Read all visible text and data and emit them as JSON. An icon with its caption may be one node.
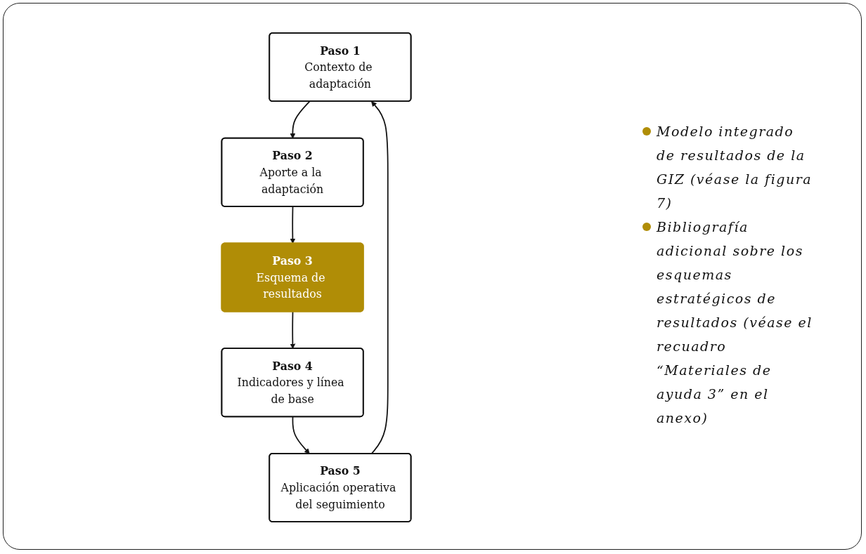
{
  "diagram": {
    "nodes": [
      {
        "text": [
          "Paso 1",
          "Contexto de adaptación"
        ]
      },
      {
        "text": [
          "Paso 2",
          "Aporte a la adaptación"
        ]
      },
      {
        "text": [
          "Paso 3",
          "Esquema de resultados"
        ]
      },
      {
        "text": [
          "Paso 4",
          "Indicadores y línea de base"
        ]
      },
      {
        "text": [
          "Paso 5",
          "Aplicación operativa del seguimiento"
        ]
      }
    ],
    "edges": [
      {
        "from": 0,
        "to": 1,
        "arrow": "to"
      },
      {
        "from": 1,
        "to": 2,
        "arrow": "to"
      },
      {
        "from": 2,
        "to": 3,
        "arrow": "to"
      },
      {
        "from": 3,
        "to": 4,
        "arrow": "to"
      },
      {
        "from": 4,
        "to": 0,
        "arrow": "to"
      }
    ],
    "labels": [
      "Modelo integrado de resultados de la GIZ (véase la figura 7)",
      "Bibliografía adicional sobre los esquemas estratégicos de resultados (véase el recuadro “Materiales de ayuda 3” en el anexo)"
    ]
  }
}
